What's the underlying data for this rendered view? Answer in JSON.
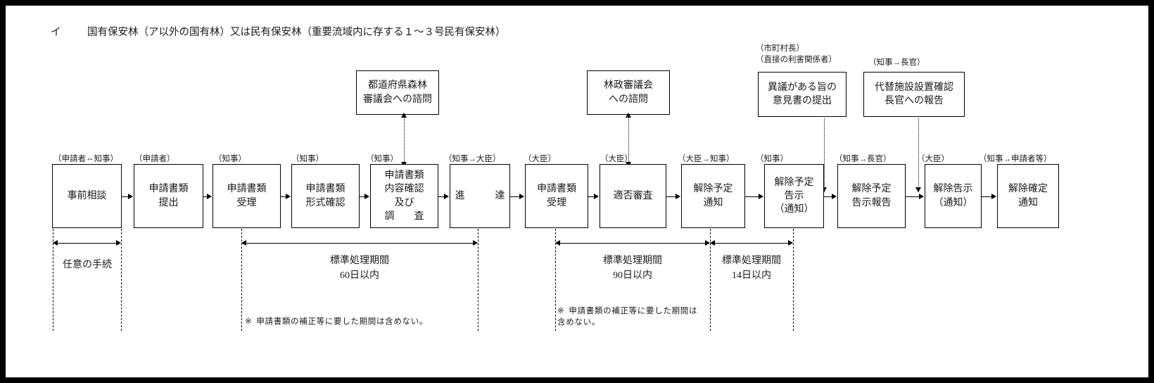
{
  "heading": {
    "marker": "イ",
    "text": "国有保安林（ア以外の国有林）又は民有保安林（重要流域内に存する１～３号民有保安林）"
  },
  "colors": {
    "frame": "#000000",
    "box_border": "#000000",
    "text": "#1a1a1a",
    "background": "#ffffff"
  },
  "diagram": {
    "type": "flowchart",
    "orientation": "horizontal",
    "process_boxes": [
      {
        "id": "p1",
        "actor": "（申請者⇔知事）",
        "label": "事前相談"
      },
      {
        "id": "p2",
        "actor": "（申請者）",
        "label": "申請書類\n提出"
      },
      {
        "id": "p3",
        "actor": "（知事）",
        "label": "申請書類\n受理"
      },
      {
        "id": "p4",
        "actor": "（知事）",
        "label": "申請書類\n形式確認"
      },
      {
        "id": "p5",
        "actor": "（知事）",
        "label": "申請書類\n内容確認\n及び\n調　　査"
      },
      {
        "id": "p6",
        "actor": "（知事→大臣）",
        "label": "進　　達"
      },
      {
        "id": "p7",
        "actor": "（大臣）",
        "label": "申請書類\n受理"
      },
      {
        "id": "p8",
        "actor": "（大臣）",
        "label": "適否審査"
      },
      {
        "id": "p9",
        "actor": "（大臣→知事）",
        "label": "解除予定\n通知"
      },
      {
        "id": "p10",
        "actor": "（知事）",
        "label": "解除予定\n告示\n（通知）"
      },
      {
        "id": "p11",
        "actor": "（知事→長官）",
        "label": "解除予定\n告示報告"
      },
      {
        "id": "p12",
        "actor": "（大臣）",
        "label": "解除告示\n（通知）"
      },
      {
        "id": "p13",
        "actor": "（知事→申請者等）",
        "label": "解除確定\n通知"
      }
    ],
    "callout_boxes": [
      {
        "id": "c1",
        "actor": "",
        "label": "都道府県森林\n審議会への諮問",
        "target": "p5",
        "connector": "dotted-double-arrow"
      },
      {
        "id": "c2",
        "actor": "",
        "label": "林政審議会\nへの諮問",
        "target": "p8",
        "connector": "dotted-double-arrow"
      },
      {
        "id": "c3",
        "actor": "（市町村長）\n（直接の利害関係者）",
        "label": "異議がある旨の\n意見書の提出",
        "target": "p11",
        "connector": "dotted-arrow-down"
      },
      {
        "id": "c4",
        "actor": "（知事→長官）",
        "label": "代替施設設置確認\n長官への報告",
        "target": "p12",
        "connector": "dotted-arrow-down"
      }
    ],
    "timeline_spans": [
      {
        "id": "s1",
        "label": "任意の手続",
        "from": "p1",
        "to": "p2",
        "arrow": "double"
      },
      {
        "id": "s2",
        "label": "標準処理期間\n60日以内",
        "from": "p3",
        "to": "p6",
        "arrow": "double"
      },
      {
        "id": "s3",
        "label": "標準処理期間\n90日以内",
        "from": "p7",
        "to": "p9",
        "arrow": "double"
      },
      {
        "id": "s4",
        "label": "標準処理期間\n14日以内",
        "from": "p9",
        "to": "p10",
        "arrow": "double"
      }
    ],
    "notes": [
      {
        "id": "n1",
        "marker": "※",
        "text": "申請書類の補正等に要した期間は含めない。"
      },
      {
        "id": "n2",
        "marker": "※",
        "text": "申請書類の補正等に要した期間は\n含めない。"
      }
    ]
  }
}
